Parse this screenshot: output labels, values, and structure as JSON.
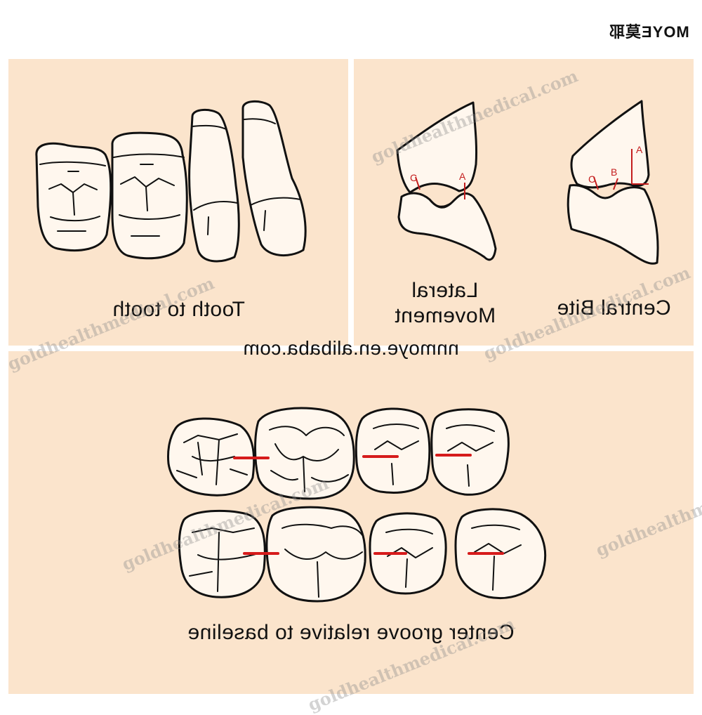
{
  "brand": {
    "logo_text": "MOYE莫耶"
  },
  "panels": {
    "top_left": {
      "caption": "Tooth to tooth"
    },
    "top_right": {
      "lateral_caption_line1": "Lateral",
      "lateral_caption_line2": "Movement",
      "central_caption": "Central Bite",
      "labels": {
        "a": "A",
        "b": "B",
        "c": "C"
      }
    },
    "bottom": {
      "caption": "Center groove relative to baseline"
    }
  },
  "url_text": "nnmoye.en.alibaba.com",
  "watermark_text": "goldhealthmedical.com",
  "colors": {
    "panel_bg": "#fbe4cc",
    "marker_red": "#d61b1b",
    "outline": "#111111"
  }
}
